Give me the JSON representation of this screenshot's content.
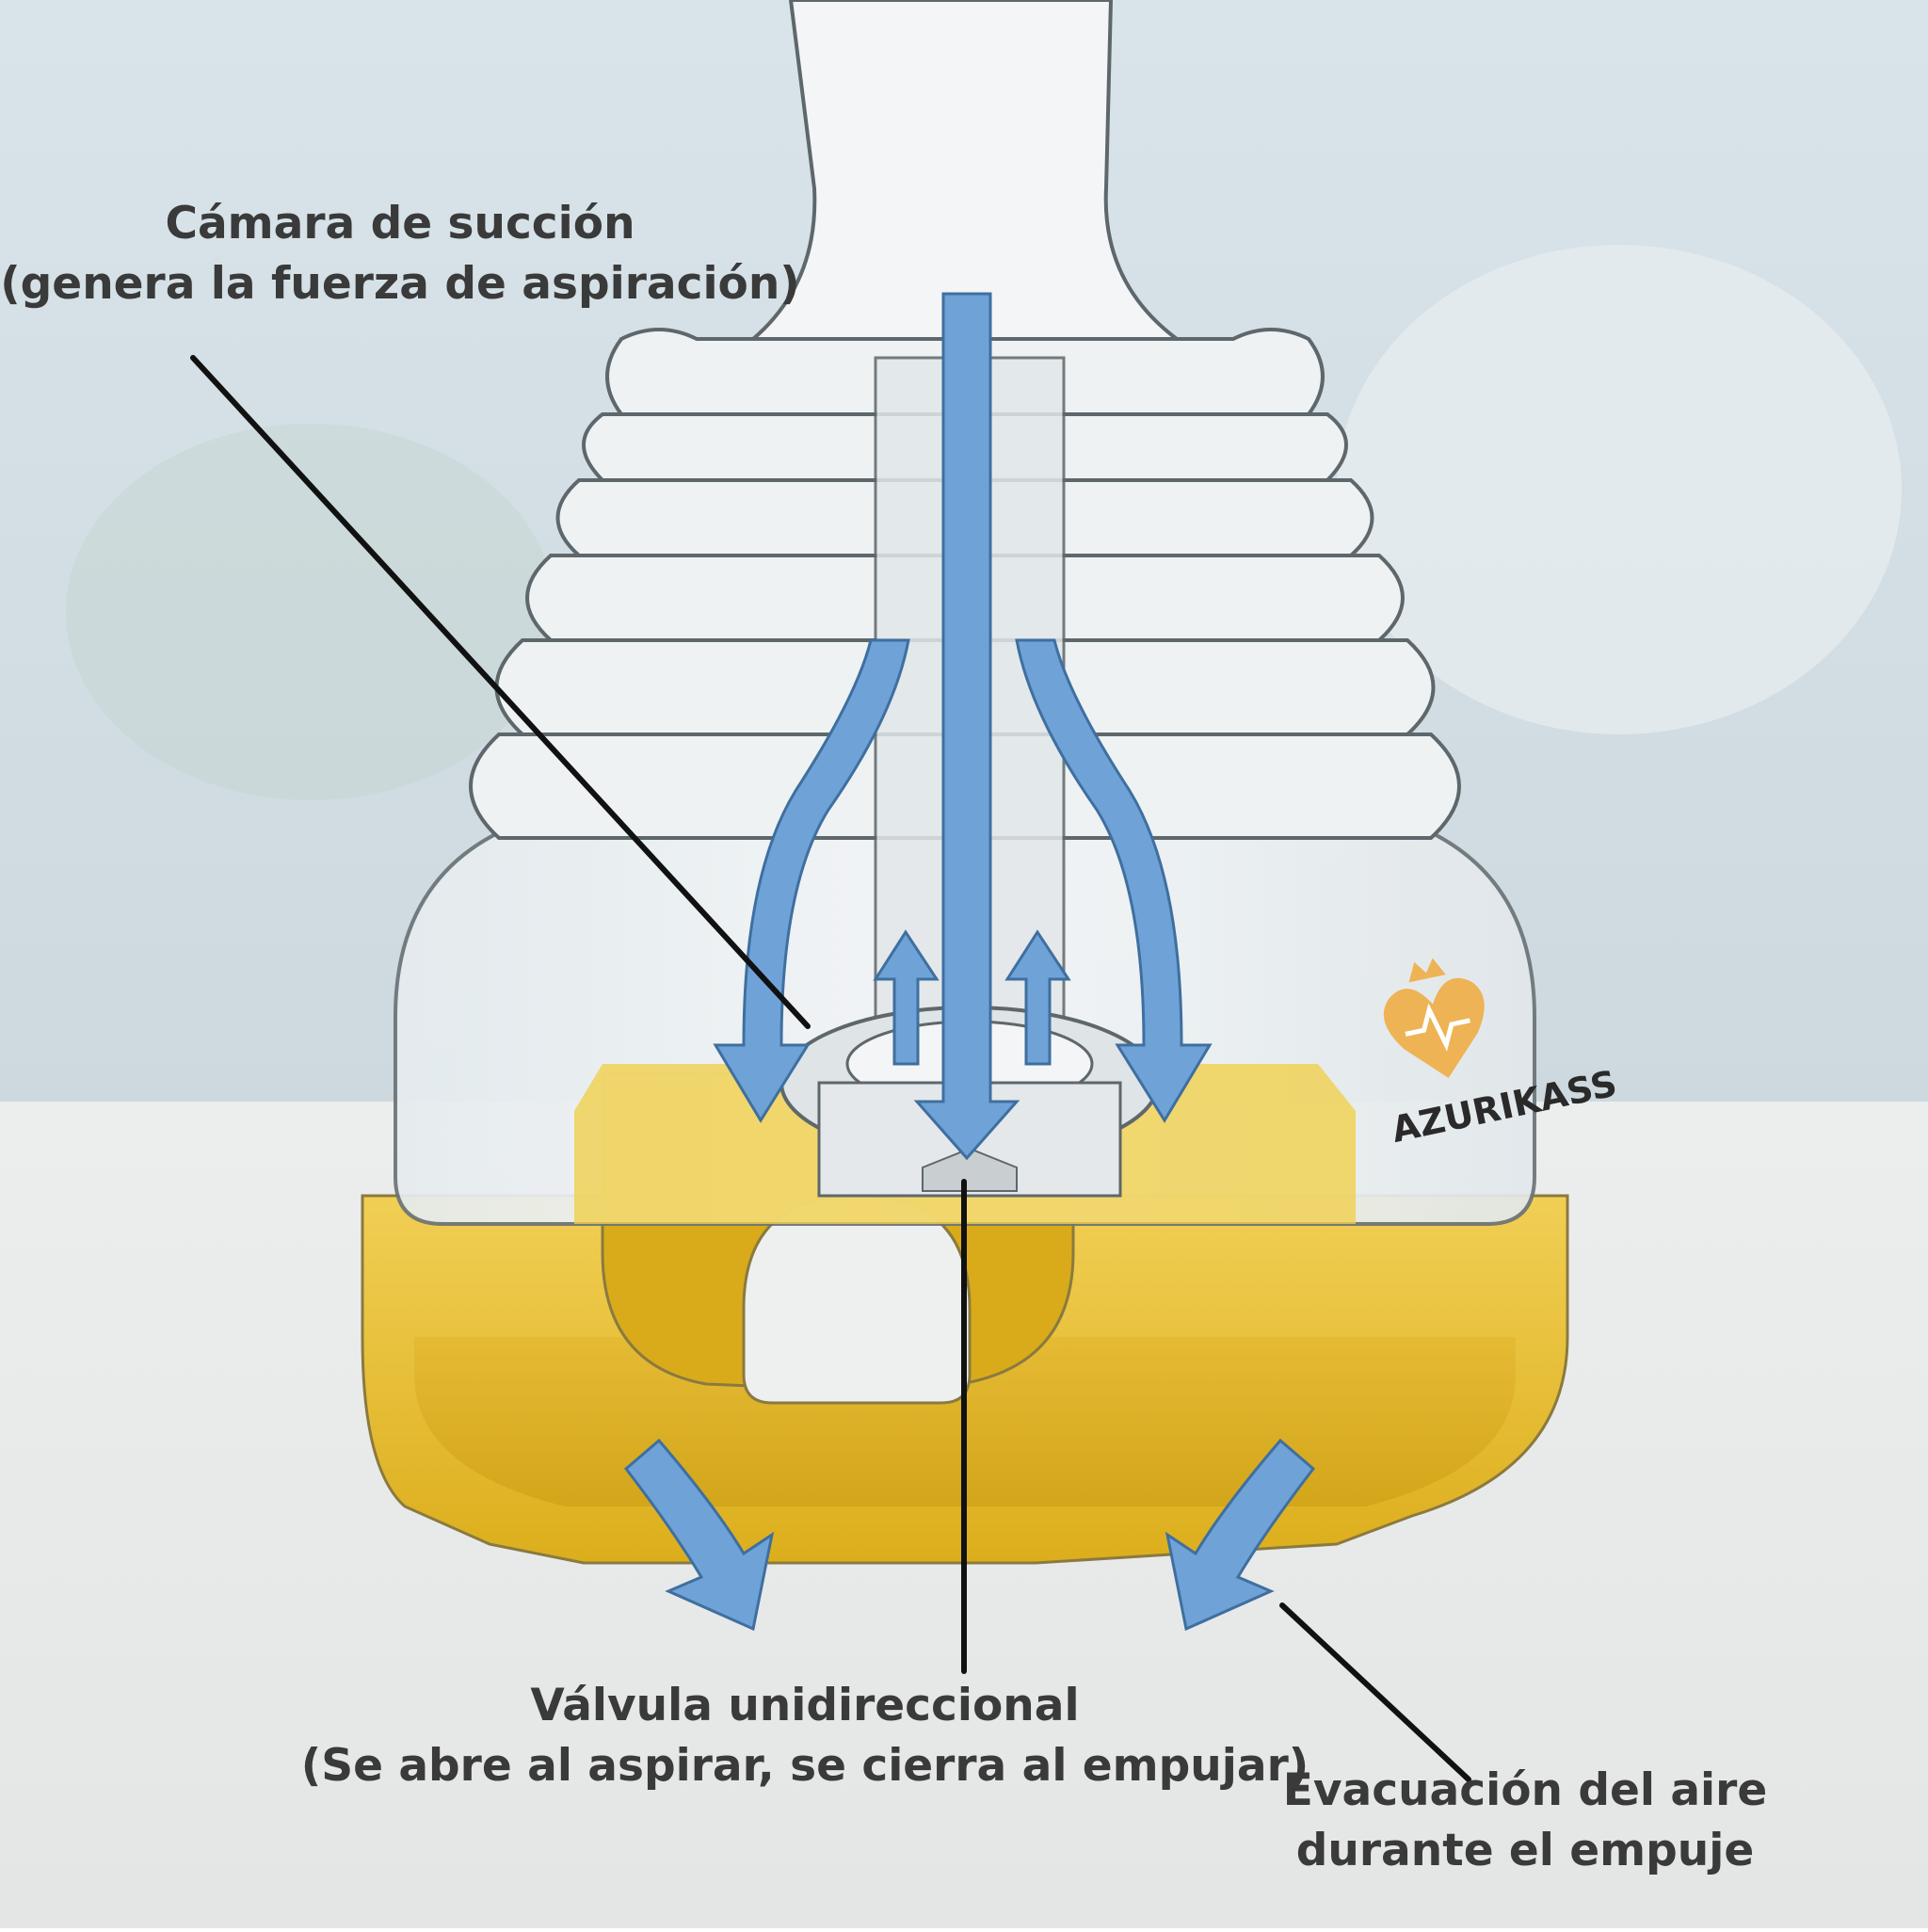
{
  "labels": {
    "suction_chamber": {
      "line1": "Cámara de succión",
      "line2": "(genera la fuerza de aspiración)"
    },
    "check_valve": {
      "line1": "Válvula unidireccional",
      "line2": "(Se abre al aspirar, se cierra al empujar)"
    },
    "air_evacuation": {
      "line1": "Evacuación del aire",
      "line2": "durante el empuje"
    }
  },
  "brand": {
    "name": "AZURIKASS",
    "logo_icon": "heart-crown-logo-icon"
  },
  "colors": {
    "flow_arrow": "#6fa3d8",
    "base_yellow": "#e9be2c",
    "leader_line": "#111111",
    "label_text": "#3a3a3a",
    "logo_orange": "#f0a93a"
  }
}
